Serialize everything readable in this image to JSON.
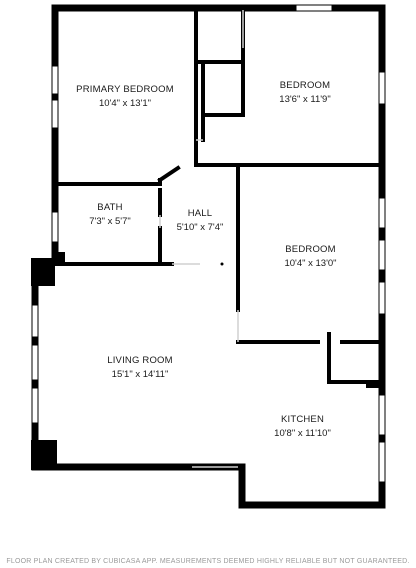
{
  "rooms": {
    "primary_bedroom": {
      "name": "PRIMARY BEDROOM",
      "dims": "10'4\" x 13'1\""
    },
    "bedroom_1": {
      "name": "BEDROOM",
      "dims": "13'6\" x 11'9\""
    },
    "bath": {
      "name": "BATH",
      "dims": "7'3\" x 5'7\""
    },
    "hall": {
      "name": "HALL",
      "dims": "5'10\" x 7'4\""
    },
    "bedroom_2": {
      "name": "BEDROOM",
      "dims": "10'4\" x 13'0\""
    },
    "living_room": {
      "name": "LIVING ROOM",
      "dims": "15'1\" x 14'11\""
    },
    "kitchen": {
      "name": "KITCHEN",
      "dims": "10'8\" x 11'10\""
    }
  },
  "footer": "FLOOR PLAN CREATED BY CUBICASA APP. MEASUREMENTS DEEMED HIGHLY RELIABLE BUT NOT GUARANTEED."
}
